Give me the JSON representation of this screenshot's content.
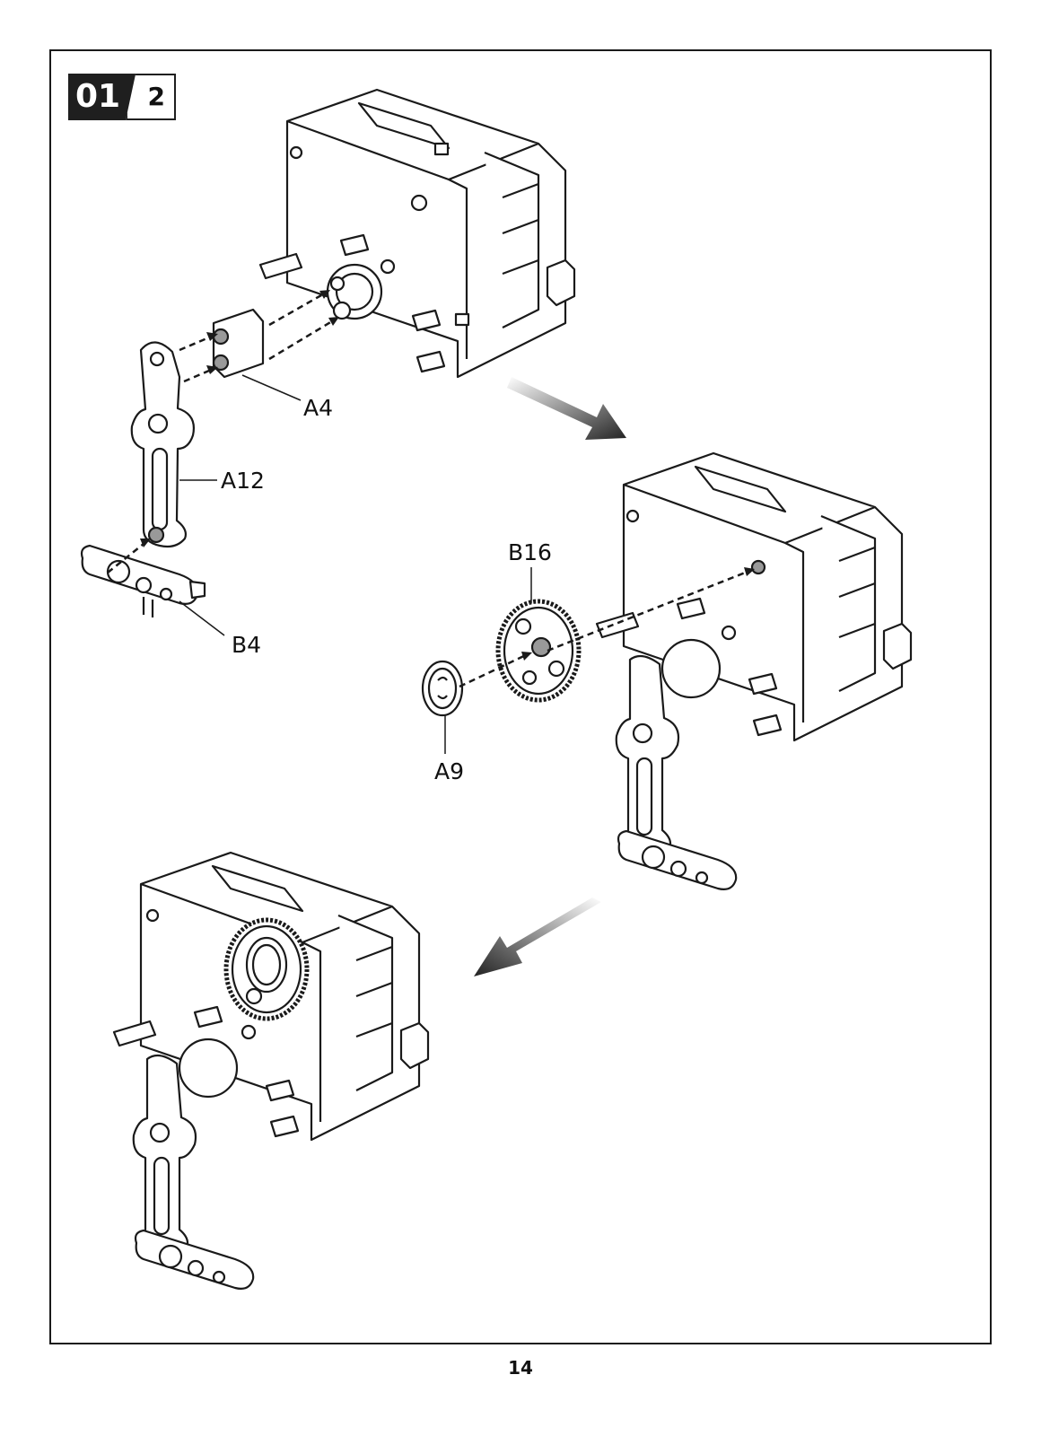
{
  "step": {
    "major": "01",
    "minor": "2"
  },
  "labels": {
    "a4": "A4",
    "a12": "A12",
    "b4": "B4",
    "b16": "B16",
    "a9": "A9"
  },
  "page_number": "14",
  "colors": {
    "ink": "#1a1a1a",
    "paper": "#ffffff",
    "arrow": "#2a2a2a"
  }
}
